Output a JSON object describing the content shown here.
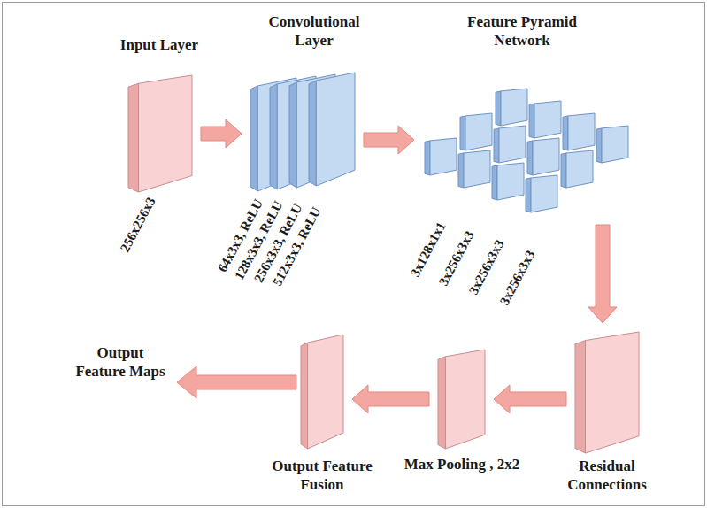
{
  "diagram": {
    "nodes": [
      {
        "text": [
          "Input Layer",
          "256x256x3"
        ]
      },
      {
        "text": [
          "Convolutional Layer",
          "64x3x3, ReLU",
          "128x3x3, ReLU",
          "256x3x3, ReLU",
          "512x3x3, ReLU"
        ]
      },
      {
        "text": [
          "Feature Pyramid Network",
          "3x128x1x1",
          "3x256x3x3",
          "3x256x3x3",
          "3x256x3x3"
        ]
      },
      {
        "text": [
          "Residual Connections"
        ]
      },
      {
        "text": [
          "Max Pooling , 2x2"
        ]
      },
      {
        "text": [
          "Output Feature Fusion"
        ]
      }
    ],
    "edges": [
      {
        "from": 0,
        "to": 1,
        "arrow": "to"
      },
      {
        "from": 1,
        "to": 2,
        "arrow": "to"
      },
      {
        "from": 2,
        "to": 3,
        "arrow": "to"
      },
      {
        "from": 3,
        "to": 4,
        "arrow": "to"
      },
      {
        "from": 4,
        "to": 5,
        "arrow": "to"
      }
    ],
    "labels": [
      "Output Feature Maps"
    ]
  }
}
